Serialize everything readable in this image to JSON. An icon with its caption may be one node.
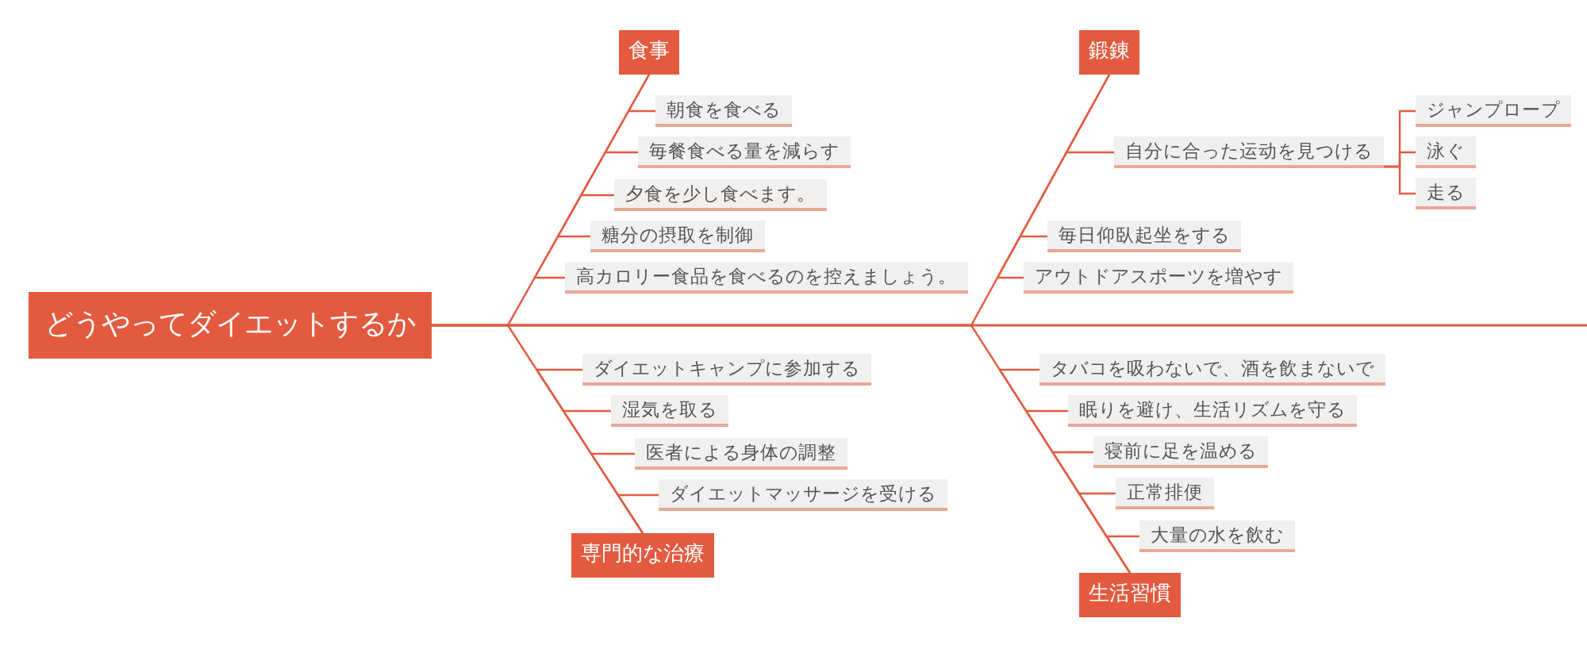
{
  "diagram": {
    "nodes": [
      {
        "text": [
          "どうやってダイエットするか"
        ]
      },
      {
        "text": [
          "食事"
        ]
      },
      {
        "text": [
          "朝食を食べる"
        ]
      },
      {
        "text": [
          "毎餐食べる量を減らす"
        ]
      },
      {
        "text": [
          "夕食を少し食べます。"
        ]
      },
      {
        "text": [
          "糖分の摂取を制御"
        ]
      },
      {
        "text": [
          "高カロリー食品を食べるのを控えましょう。"
        ]
      },
      {
        "text": [
          "鍛錬"
        ]
      },
      {
        "text": [
          "自分に合った运动を見つける"
        ]
      },
      {
        "text": [
          "ジャンプロープ"
        ]
      },
      {
        "text": [
          "泳ぐ"
        ]
      },
      {
        "text": [
          "走る"
        ]
      },
      {
        "text": [
          "毎日仰臥起坐をする"
        ]
      },
      {
        "text": [
          "アウトドアスポーツを増やす"
        ]
      },
      {
        "text": [
          "専門的な治療"
        ]
      },
      {
        "text": [
          "ダイエットキャンプに参加する"
        ]
      },
      {
        "text": [
          "湿気を取る"
        ]
      },
      {
        "text": [
          "医者による身体の調整"
        ]
      },
      {
        "text": [
          "ダイエットマッサージを受ける"
        ]
      },
      {
        "text": [
          "生活習慣"
        ]
      },
      {
        "text": [
          "タバコを吸わないで、酒を飲まないで"
        ]
      },
      {
        "text": [
          "眠りを避け、生活リズムを守る"
        ]
      },
      {
        "text": [
          "寝前に足を温める"
        ]
      },
      {
        "text": [
          "正常排便"
        ]
      },
      {
        "text": [
          "大量の水を飲む"
        ]
      }
    ],
    "edges": [
      {
        "from": 0,
        "to": 1,
        "arrow": "none"
      },
      {
        "from": 1,
        "to": 2,
        "arrow": "none"
      },
      {
        "from": 1,
        "to": 3,
        "arrow": "none"
      },
      {
        "from": 1,
        "to": 4,
        "arrow": "none"
      },
      {
        "from": 1,
        "to": 5,
        "arrow": "none"
      },
      {
        "from": 1,
        "to": 6,
        "arrow": "none"
      },
      {
        "from": 0,
        "to": 7,
        "arrow": "none"
      },
      {
        "from": 7,
        "to": 8,
        "arrow": "none"
      },
      {
        "from": 8,
        "to": 9,
        "arrow": "none"
      },
      {
        "from": 8,
        "to": 10,
        "arrow": "none"
      },
      {
        "from": 8,
        "to": 11,
        "arrow": "none"
      },
      {
        "from": 7,
        "to": 12,
        "arrow": "none"
      },
      {
        "from": 7,
        "to": 13,
        "arrow": "none"
      },
      {
        "from": 0,
        "to": 14,
        "arrow": "none"
      },
      {
        "from": 14,
        "to": 15,
        "arrow": "none"
      },
      {
        "from": 14,
        "to": 16,
        "arrow": "none"
      },
      {
        "from": 14,
        "to": 17,
        "arrow": "none"
      },
      {
        "from": 14,
        "to": 18,
        "arrow": "none"
      },
      {
        "from": 0,
        "to": 19,
        "arrow": "none"
      },
      {
        "from": 19,
        "to": 20,
        "arrow": "none"
      },
      {
        "from": 19,
        "to": 21,
        "arrow": "none"
      },
      {
        "from": 19,
        "to": 22,
        "arrow": "none"
      },
      {
        "from": 19,
        "to": 23,
        "arrow": "none"
      },
      {
        "from": 19,
        "to": 24,
        "arrow": "none"
      }
    ]
  }
}
